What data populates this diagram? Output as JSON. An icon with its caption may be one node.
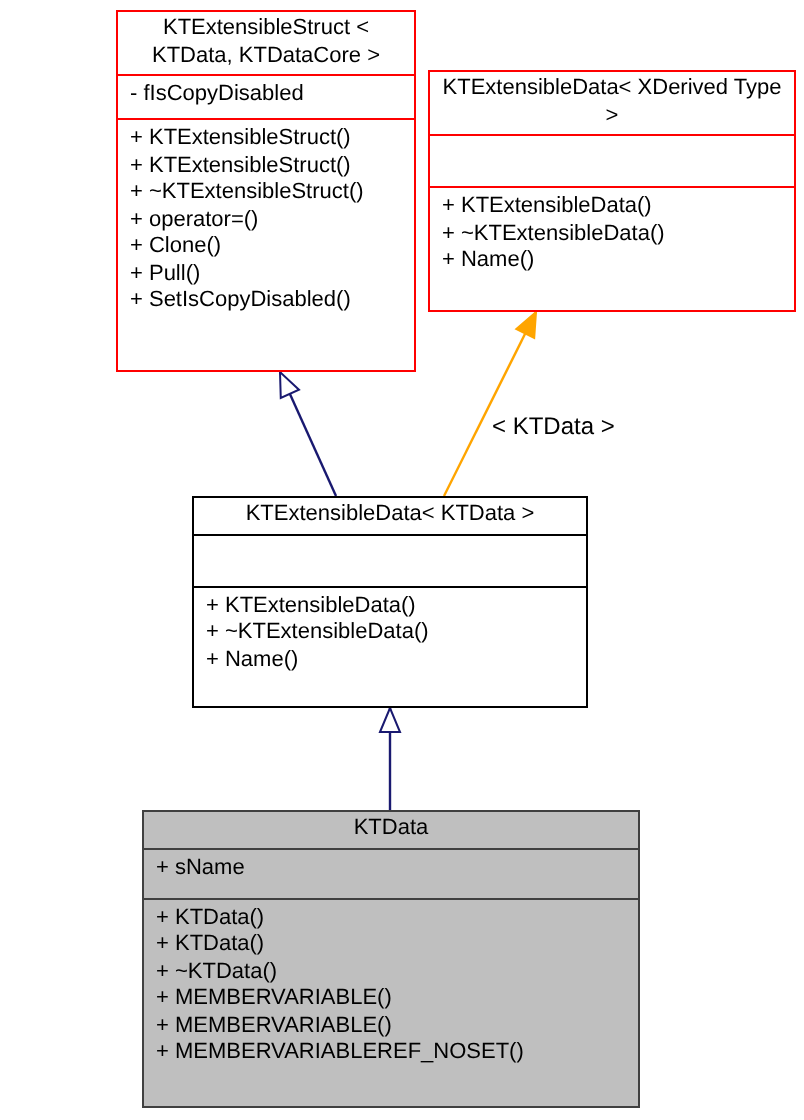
{
  "diagram": {
    "nodes": [
      {
        "text": [
          "KTExtensibleStruct < KTData, KTDataCore >",
          "- fIsCopyDisabled",
          "+ KTExtensibleStruct()",
          "+ KTExtensibleStruct()",
          "+ ~KTExtensibleStruct()",
          "+ operator=()",
          "+ Clone()",
          "+ Pull()",
          "+ SetIsCopyDisabled()"
        ]
      },
      {
        "text": [
          "KTExtensibleData< XDerived Type >",
          "+ KTExtensibleData()",
          "+ ~KTExtensibleData()",
          "+ Name()"
        ]
      },
      {
        "text": [
          "KTExtensibleData< KTData >",
          "+ KTExtensibleData()",
          "+ ~KTExtensibleData()",
          "+ Name()"
        ]
      },
      {
        "text": [
          "KTData",
          "+ sName",
          "+ KTData()",
          "+ KTData()",
          "+ ~KTData()",
          "+ MEMBERVARIABLE()",
          "+ MEMBERVARIABLE()",
          "+ MEMBERVARIABLEREF_NOSET()"
        ]
      }
    ],
    "edges": [
      {
        "from": 2,
        "to": 0,
        "arrow": "to"
      },
      {
        "from": 2,
        "to": 1,
        "arrow": "to",
        "label": "< KTData >",
        "color": "#ffa500"
      },
      {
        "from": 3,
        "to": 2,
        "arrow": "to"
      }
    ]
  }
}
